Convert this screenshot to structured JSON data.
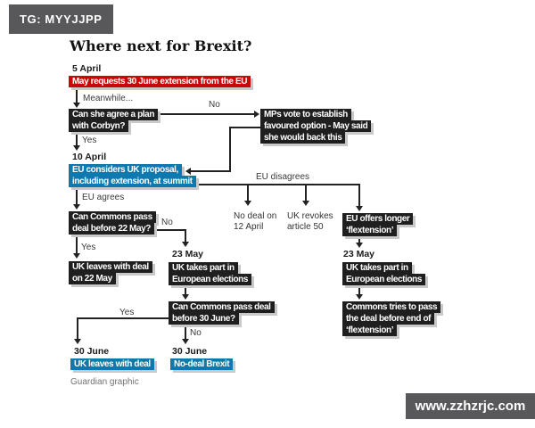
{
  "colors": {
    "red": "#c70808",
    "blue": "#0e79af",
    "ink": "#1f1f1f",
    "tag": "#58585a",
    "shadow": "#c9c9c9"
  },
  "overlay": {
    "tag": "TG: MYYJJPP",
    "watermark": "www.zzhzrjc.com"
  },
  "header": {
    "title": "Where next for Brexit?"
  },
  "labels": {
    "yes": "Yes",
    "no": "No",
    "meanwhile": "Meanwhile...",
    "eu_agrees": "EU agrees",
    "eu_disagrees": "EU disagrees"
  },
  "nodes": {
    "may_requests": {
      "date": "5 April",
      "lines": [
        "May requests 30 June extension from the EU"
      ]
    },
    "corbyn_plan": {
      "lines": [
        "Can she agree a plan",
        "with Corbyn?"
      ]
    },
    "mps_vote": {
      "lines": [
        "MPs vote to establish",
        "favoured option - May said",
        "she would back this"
      ]
    },
    "eu_summit": {
      "date": "10 April",
      "lines": [
        "EU considers UK proposal,",
        "including extension, at summit"
      ]
    },
    "no_deal_12_april": {
      "lines": [
        "No deal on",
        "12 April"
      ]
    },
    "uk_revokes": {
      "lines": [
        "UK revokes",
        "article 50"
      ]
    },
    "flextension_offer": {
      "lines": [
        "EU offers longer",
        "‘flextension’"
      ]
    },
    "elections_right": {
      "date": "23 May",
      "lines": [
        "UK takes part in",
        "European elections"
      ]
    },
    "commons_flextension": {
      "lines": [
        "Commons tries to pass",
        "the deal before end of",
        "‘flextension’"
      ]
    },
    "commons_22_may": {
      "lines": [
        "Can Commons pass",
        "deal before 22 May?"
      ]
    },
    "leave_22_may": {
      "lines": [
        "UK leaves with deal",
        "on 22 May"
      ]
    },
    "elections_mid": {
      "date": "23 May",
      "lines": [
        "UK takes part in",
        "European elections"
      ]
    },
    "commons_30_june": {
      "lines": [
        "Can Commons pass deal",
        "before 30 June?"
      ]
    },
    "leave_30_june": {
      "date": "30 June",
      "lines": [
        "UK leaves with deal"
      ]
    },
    "no_deal_brexit": {
      "date": "30 June",
      "lines": [
        "No-deal Brexit"
      ]
    }
  },
  "footer": {
    "caption": "Guardian graphic"
  }
}
